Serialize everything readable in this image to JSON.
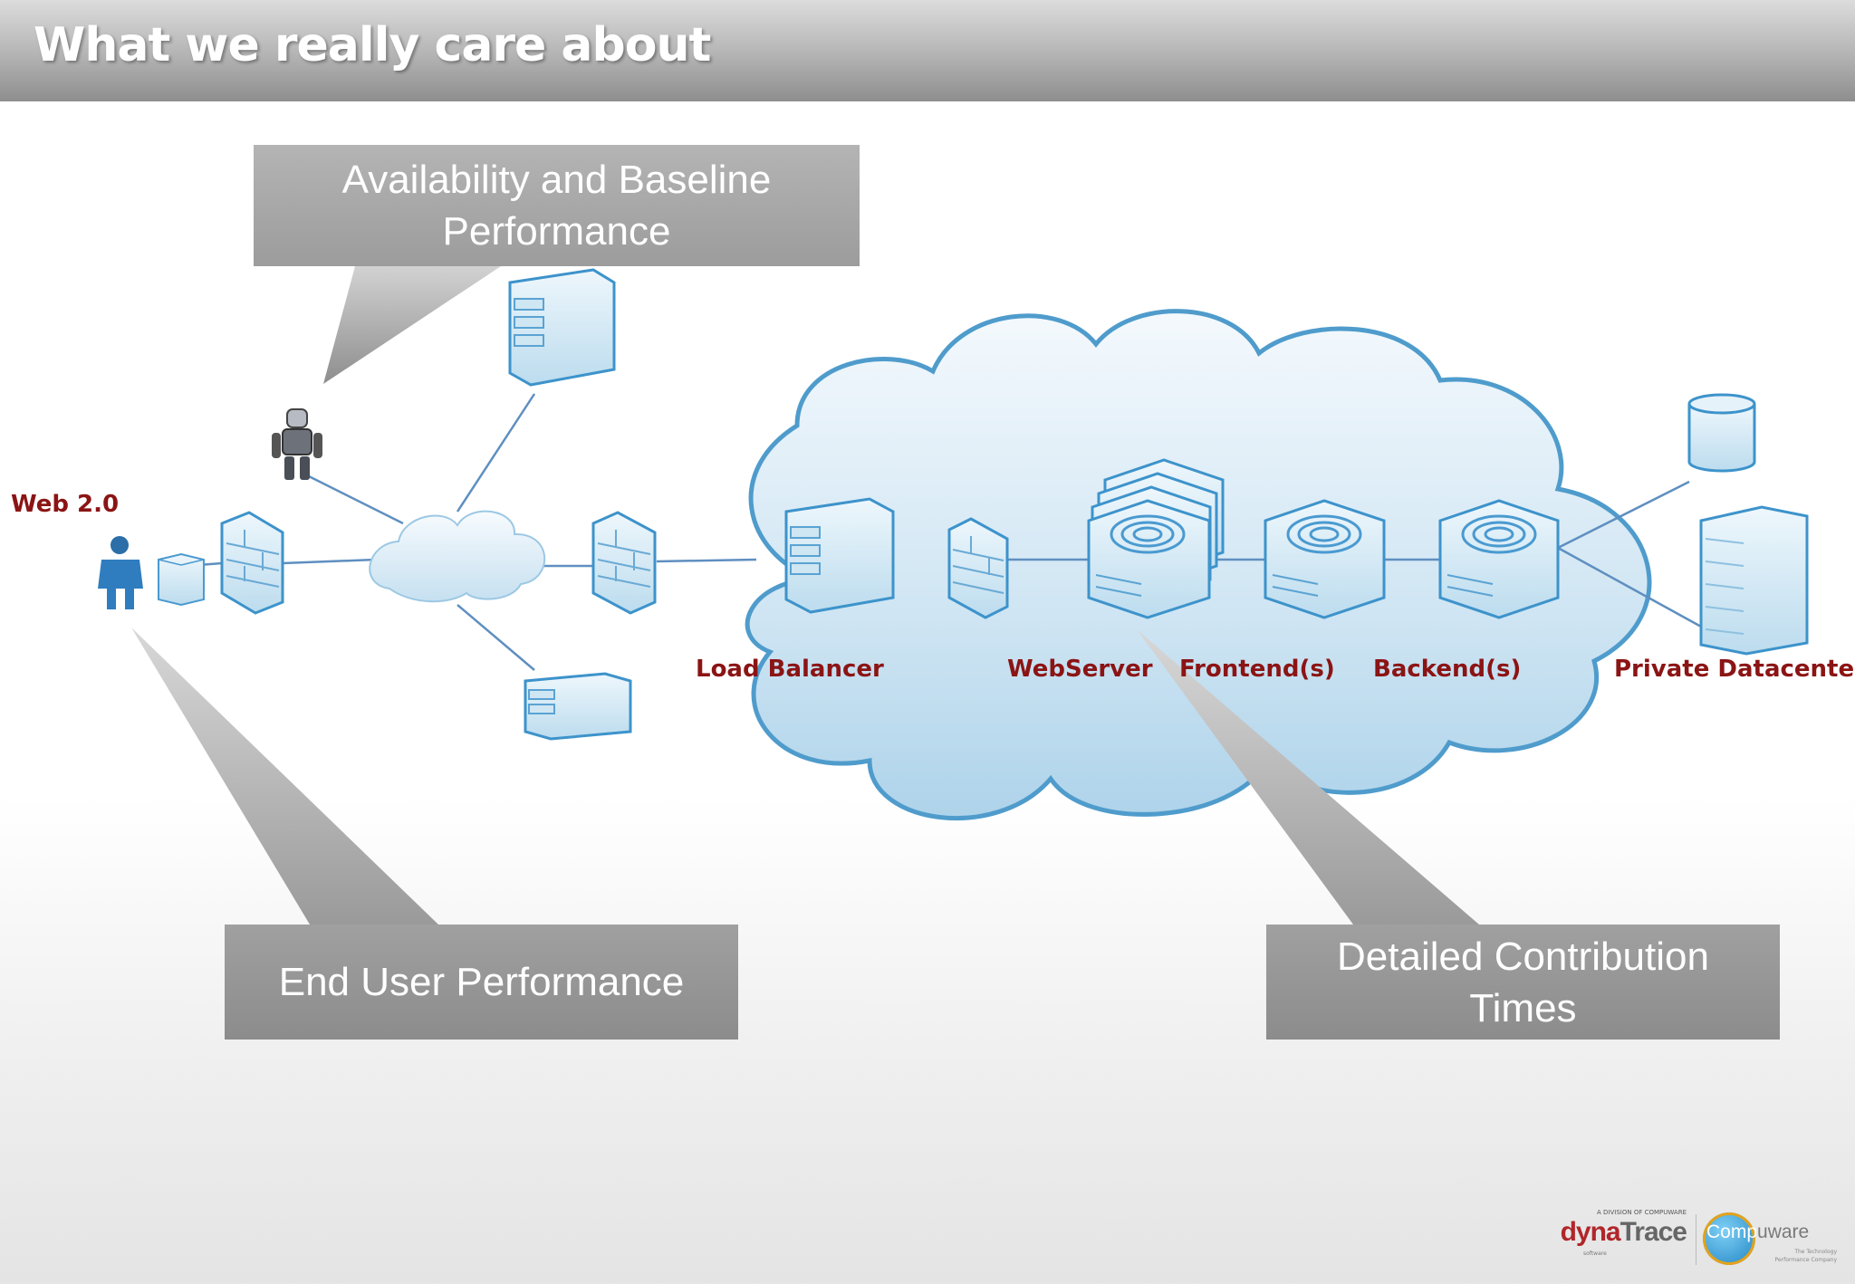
{
  "slide": {
    "title": "What we really care about"
  },
  "callouts": {
    "availability": "Availability and Baseline\nPerformance",
    "end_user": "End User Performance",
    "contribution": "Detailed Contribution\nTimes"
  },
  "labels": {
    "web20": "Web 2.0",
    "load_balancer": "Load Balancer",
    "webserver": "WebServer",
    "frontend": "Frontend(s)",
    "backend": "Backend(s)",
    "private_datacenter": "Private Datacenter"
  },
  "logos": {
    "division_line": "A DIVISION OF COMPUWARE",
    "dyna": "dyna",
    "trace": "Trace",
    "software": "software",
    "compuware_a": "Comp",
    "compuware_b": "uware",
    "tagline_1": "The Technology",
    "tagline_2": "Performance Company"
  },
  "colors": {
    "label_red": "#8b1414",
    "icon_blue": "#2f8fc7",
    "callout_gray": "#9c9c9c"
  }
}
